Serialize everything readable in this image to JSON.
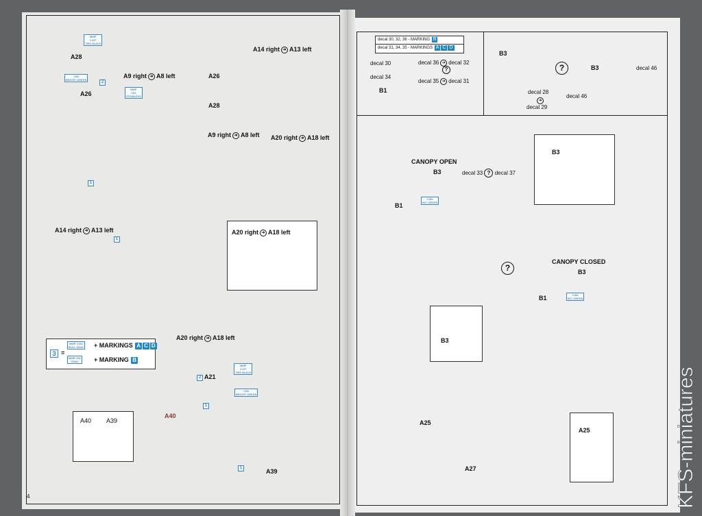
{
  "page_left": {
    "page_number": "4",
    "step1": {
      "a28": "A28",
      "a26": "A26",
      "a9_right": "A9 right",
      "a8_left": "A8 left",
      "tag_tire": [
        "MMP",
        "C137",
        "TIRE BLACK"
      ],
      "tag_green": [
        "C66",
        "BRIGHT GREEN"
      ],
      "tag_stainless": [
        "MMP",
        "C61",
        "STAINLESS"
      ],
      "num": "2",
      "num1": "1"
    },
    "step1_detail": {
      "a14_right": "A14 right",
      "a13_left": "A13 left",
      "a26": "A26",
      "a28": "A28",
      "a9_right": "A9 right",
      "a8_left": "A8 left",
      "a20_right": "A20 right",
      "a18_left": "A18 left"
    },
    "step2": {
      "a14_right": "A14 right",
      "a13_left": "A13 left",
      "a20_right": "A20 right",
      "a18_left": "A18 left",
      "num": "1"
    },
    "step2_detail": {
      "a20_right": "A20 right",
      "a18_left": "A18 left"
    },
    "legend": {
      "num": "3",
      "eq": "=",
      "markings_acd": "+ MARKINGS",
      "markings_b": "+ MARKING",
      "chips_acd": [
        "A",
        "C",
        "D"
      ],
      "chip_b": "B",
      "tag1": [
        "MMP",
        "C301",
        "BOLL GRAY"
      ],
      "tag2": [
        "MMP",
        "C66",
        "GRAY"
      ]
    },
    "step3": {
      "a21": "A21",
      "a40": "A40",
      "a39": "A39",
      "num2": "2",
      "num1a": "1",
      "num1b": "1",
      "tag_tire": [
        "MMP",
        "C137",
        "TIRE BLACK"
      ],
      "tag_green": [
        "C66",
        "BRIGHT GREEN"
      ]
    },
    "step3_detail": {
      "a40": "A40",
      "a39": "A39"
    }
  },
  "page_right": {
    "decal_header": {
      "line1": "decal 30, 32, 36 - MARKING",
      "line1_chip": "B",
      "line2": "decal 31, 34, 35 - MARKINGS",
      "line2_chips": [
        "A",
        "C",
        "D"
      ]
    },
    "decal_panel": {
      "b1": "B1",
      "decal30": "decal 30",
      "decal34": "decal 34",
      "decal36": "decal 36",
      "decal32": "decal 32",
      "decal35": "decal 35",
      "decal31": "decal 31"
    },
    "canopy_decal_panel": {
      "b3a": "B3",
      "b3b": "B3",
      "decal28": "decal 28",
      "decal29": "decal 29",
      "decal46a": "decal 46",
      "decal46b": "decal 46"
    },
    "canopy_open": {
      "title": "CANOPY OPEN",
      "b3": "B3",
      "b1": "B1",
      "decal33": "decal 33",
      "decal37": "decal 37",
      "tag": [
        "C361",
        "INT. GREEN"
      ]
    },
    "detail_b3": {
      "b3": "B3"
    },
    "canopy_closed": {
      "title": "CANOPY CLOSED",
      "b3": "B3",
      "b1": "B1",
      "tag": [
        "C361",
        "INT. GREEN"
      ]
    },
    "detail_b3_small": {
      "b3": "B3"
    },
    "bottom": {
      "a25": "A25",
      "a27": "A27"
    },
    "detail_a25": {
      "a25": "A25"
    }
  },
  "watermark": "KFS-miniatures",
  "colors": {
    "accent_blue": "#1d86c9",
    "paper": "#eceeec",
    "background": "#5f6365"
  }
}
